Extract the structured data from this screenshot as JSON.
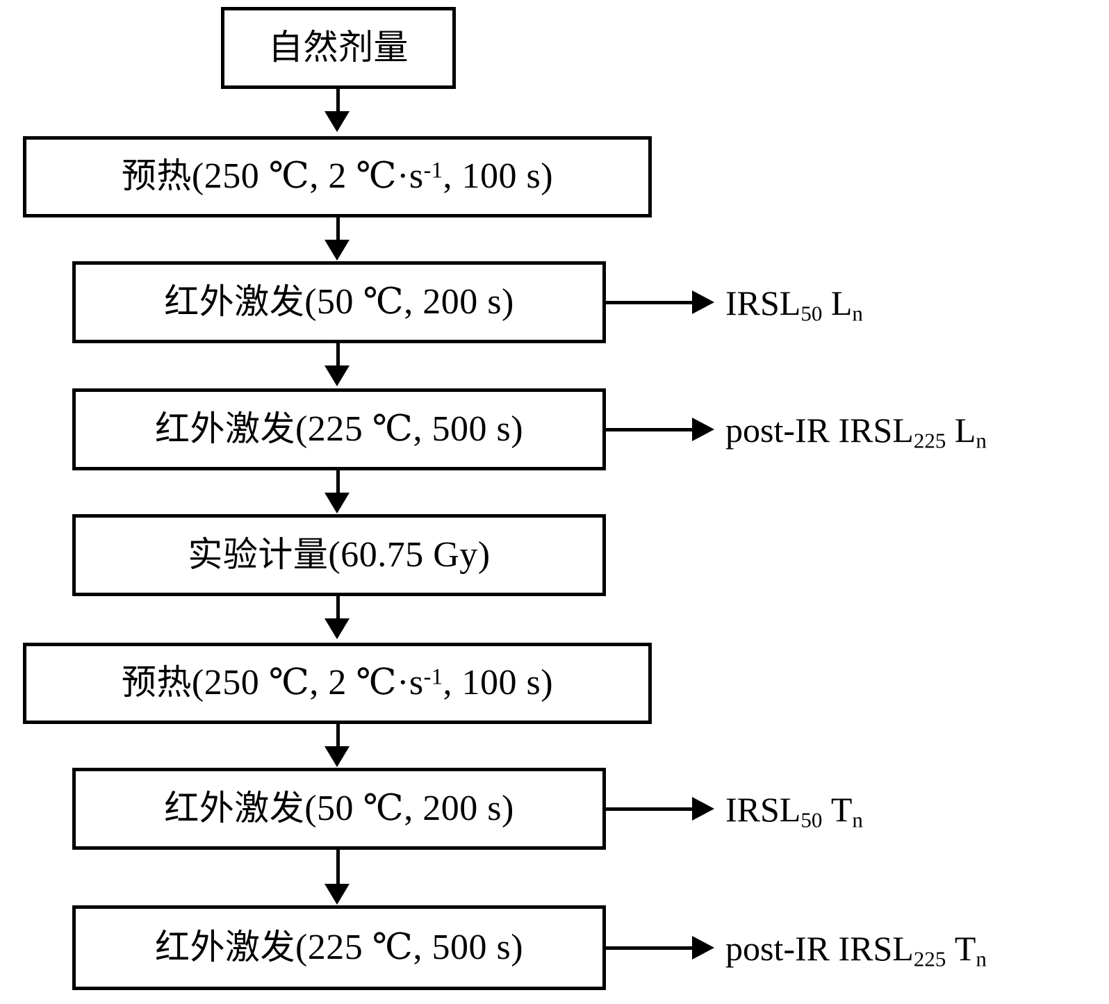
{
  "diagram": {
    "title": "post-IR IRSL SAR protocol flowchart",
    "line_color": "#000000",
    "background": "#ffffff"
  },
  "nodes": [
    {
      "id": "natural-dose",
      "label": "自然剂量",
      "cn": "自然剂量",
      "detail": ""
    },
    {
      "id": "preheat-1",
      "label": "预热(250 ℃, 2 ℃·s-1, 100 s)",
      "cn": "预热",
      "detail": "(250 ℃, 2 ℃·s",
      "exp": "-1",
      "detail_tail": ", 100 s)"
    },
    {
      "id": "ir-stim-50-ln",
      "label": "红外激发(50 ℃, 200 s)",
      "cn": "红外激发",
      "detail": "(50 ℃, 200 s)"
    },
    {
      "id": "ir-stim-225-ln",
      "label": "红外激发(225 ℃, 500 s)",
      "cn": "红外激发",
      "detail": "(225 ℃, 500 s)"
    },
    {
      "id": "test-dose",
      "label": "实验计量(60.75 Gy)",
      "cn": "实验计量",
      "detail": "(60.75 Gy)"
    },
    {
      "id": "preheat-2",
      "label": "预热(250 ℃, 2 ℃·s-1, 100 s)",
      "cn": "预热",
      "detail": "(250 ℃, 2 ℃·s",
      "exp": "-1",
      "detail_tail": ", 100 s)"
    },
    {
      "id": "ir-stim-50-tn",
      "label": "红外激发(50 ℃, 200 s)",
      "cn": "红外激发",
      "detail": "(50 ℃, 200 s)"
    },
    {
      "id": "ir-stim-225-tn",
      "label": "红外激发(225 ℃, 500 s)",
      "cn": "红外激发",
      "detail": "(225 ℃, 500 s)"
    }
  ],
  "output_labels": [
    {
      "id": "irsl50-ln",
      "main": "IRSL",
      "sub": "50",
      "signal": "L",
      "signal_sub": "n",
      "prefix": ""
    },
    {
      "id": "postir-irsl225-ln",
      "main": "IRSL",
      "sub": "225",
      "signal": "L",
      "signal_sub": "n",
      "prefix": "post-IR "
    },
    {
      "id": "irsl50-tn",
      "main": "IRSL",
      "sub": "50",
      "signal": "T",
      "signal_sub": "n",
      "prefix": ""
    },
    {
      "id": "postir-irsl225-tn",
      "main": "IRSL",
      "sub": "225",
      "signal": "T",
      "signal_sub": "n",
      "prefix": "post-IR "
    }
  ]
}
